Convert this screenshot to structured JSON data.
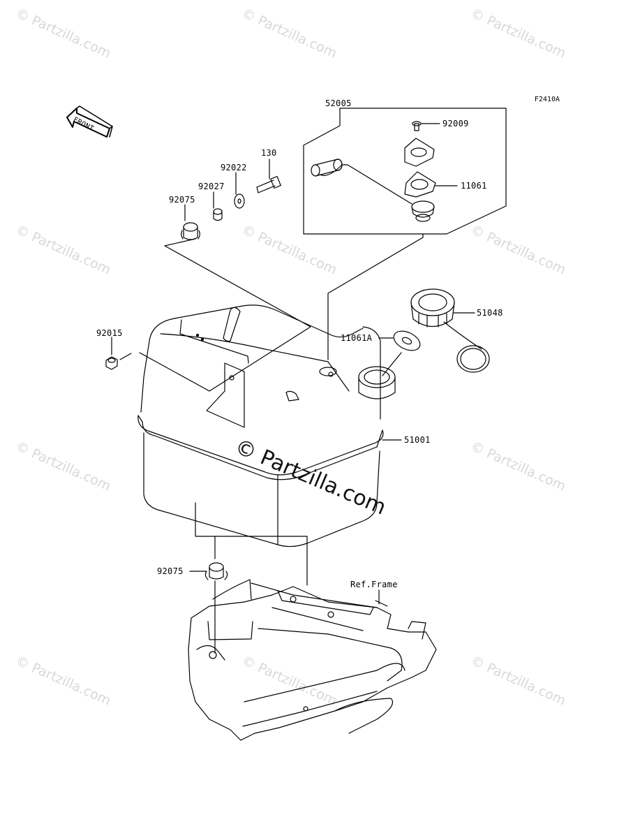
{
  "figure_code": "F2410A",
  "front_arrow_label": "FRONT",
  "center_watermark": "© Partzilla.com",
  "watermark_text": "© Partzilla.com",
  "parts": {
    "p52005": "52005",
    "p92009": "92009",
    "p11061": "11061",
    "p130": "130",
    "p92022": "92022",
    "p92027": "92027",
    "p92075_top": "92075",
    "p51048": "51048",
    "p11061A": "11061A",
    "p92015": "92015",
    "p51001": "51001",
    "p92075_bottom": "92075",
    "ref_frame": "Ref.Frame"
  }
}
